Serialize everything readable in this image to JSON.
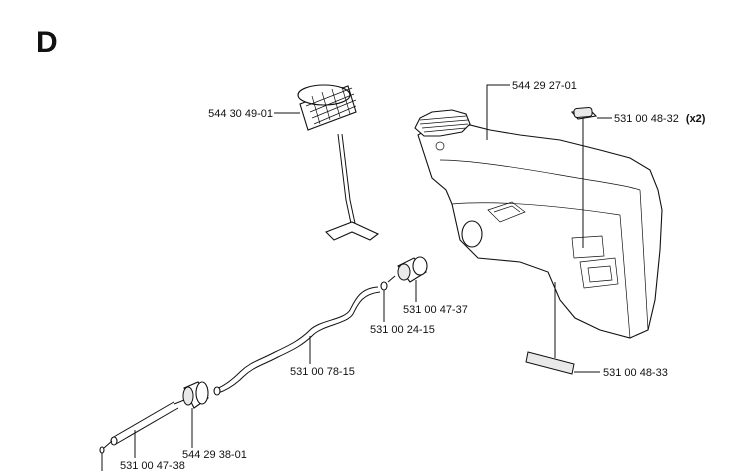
{
  "section": {
    "letter": "D"
  },
  "callouts": [
    {
      "id": "fuel-cap",
      "number": "544 30 49-01",
      "qty": ""
    },
    {
      "id": "fuel-tank",
      "number": "544 29 27-01",
      "qty": ""
    },
    {
      "id": "damper-top",
      "number": "531 00 48-32",
      "qty": "(x2)"
    },
    {
      "id": "fuel-filter",
      "number": "531 00 47-37",
      "qty": ""
    },
    {
      "id": "hose-ring",
      "number": "531 00 24-15",
      "qty": ""
    },
    {
      "id": "fuel-hose",
      "number": "531 00 78-15",
      "qty": ""
    },
    {
      "id": "damper-bottom",
      "number": "531 00 48-33",
      "qty": ""
    },
    {
      "id": "grommet",
      "number": "544 29 38-01",
      "qty": ""
    },
    {
      "id": "hose-end",
      "number": "531 00 47-38",
      "qty": ""
    }
  ]
}
